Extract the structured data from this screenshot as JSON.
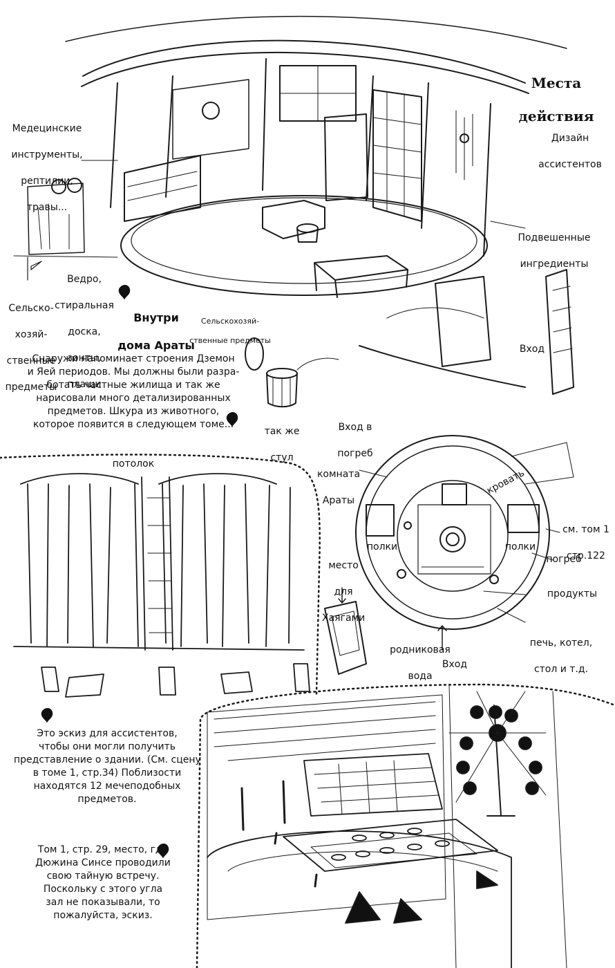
{
  "title": [
    "Места",
    "действия"
  ],
  "labels": {
    "med": [
      "Медецинские",
      "инструменты,",
      "рептилии,",
      "травы..."
    ],
    "design": [
      "Дизайн",
      "ассистентов"
    ],
    "hanging": [
      "Подвешенные",
      "ингредиенты"
    ],
    "bucket": [
      "Ведро,",
      "стиральная",
      "доска,",
      "зонты,",
      "плащи"
    ],
    "farm_left": [
      "Сельско-",
      "хозяй-",
      "ственные",
      "предметы"
    ],
    "inside": [
      "Внутри",
      "дома Араты"
    ],
    "farm_small": [
      "Сельскохозяй-",
      "ственные предметы"
    ],
    "entrance": "Вход",
    "stool": [
      "так же",
      "стул"
    ],
    "cellar_entrance": [
      "Вход в",
      "погреб"
    ],
    "ceiling": "потолок",
    "arata_room": [
      "комната",
      "Араты"
    ],
    "bed": "кровать",
    "see_vol": [
      "см. том 1",
      "стр.122"
    ],
    "shelves_left": "полки",
    "shelves_right": "полки",
    "cellar": "погреб",
    "hayagami": [
      "место",
      "для",
      "Хаягами"
    ],
    "products": "продукты",
    "stove": [
      "печь, котел,",
      "стол и т.д."
    ],
    "spring": [
      "родниковая",
      "вода"
    ],
    "entrance2": "Вход"
  },
  "paragraphs": {
    "outside": [
      "Снаружи напоминает строения Дземон",
      "и Яей периодов. Мы должны были разра-",
      "ботать частные жилища и так же",
      "нарисовали много детализированных",
      "предметов. Шкура из животного,",
      "которое появится в следующем томе..."
    ],
    "sketch": [
      "Это эскиз для ассистентов,",
      "чтобы они могли получить",
      "представление о здании. (См. сцену",
      "в томе 1, стр.34) Поблизости",
      "находятся 12 мечеподобных",
      "предметов."
    ],
    "meeting": [
      "Том 1, стр. 29, место, где",
      "Дюжина Синсе проводили",
      "свою тайную встречу.",
      "Поскольку с этого угла",
      "зал не показывали, то",
      "пожалуйста, эскиз."
    ]
  }
}
